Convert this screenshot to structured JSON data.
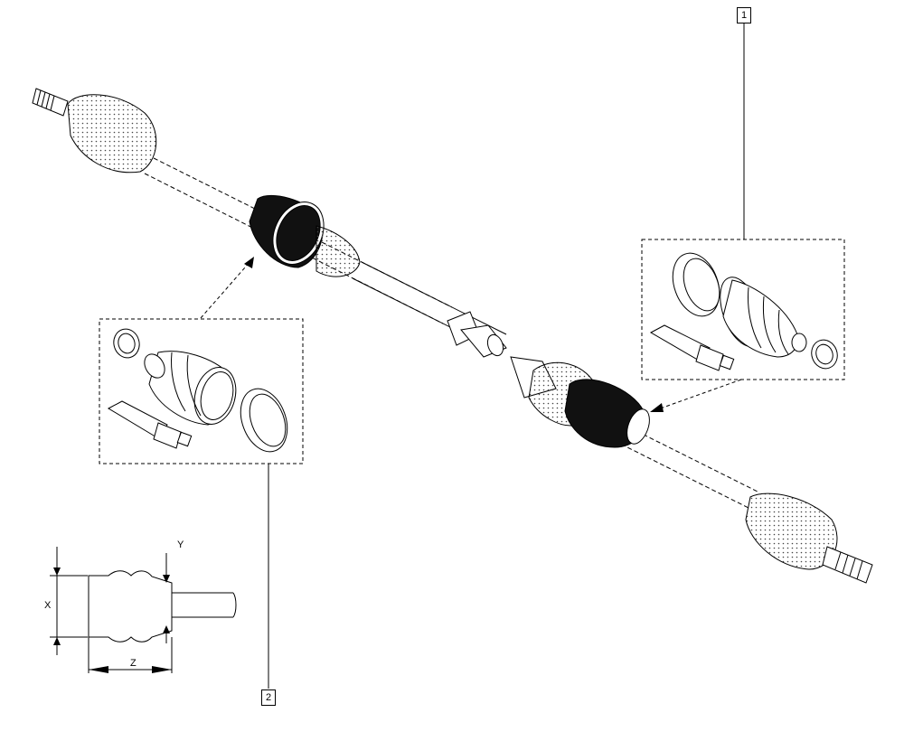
{
  "callouts": [
    {
      "id": "callout-1",
      "label": "1"
    },
    {
      "id": "callout-2",
      "label": "2"
    }
  ],
  "dimensions": {
    "x_label": "X",
    "y_label": "Y",
    "z_label": "Z"
  },
  "colors": {
    "line": "#000000",
    "boot_dark": "#111111",
    "hatch": "#555555"
  }
}
